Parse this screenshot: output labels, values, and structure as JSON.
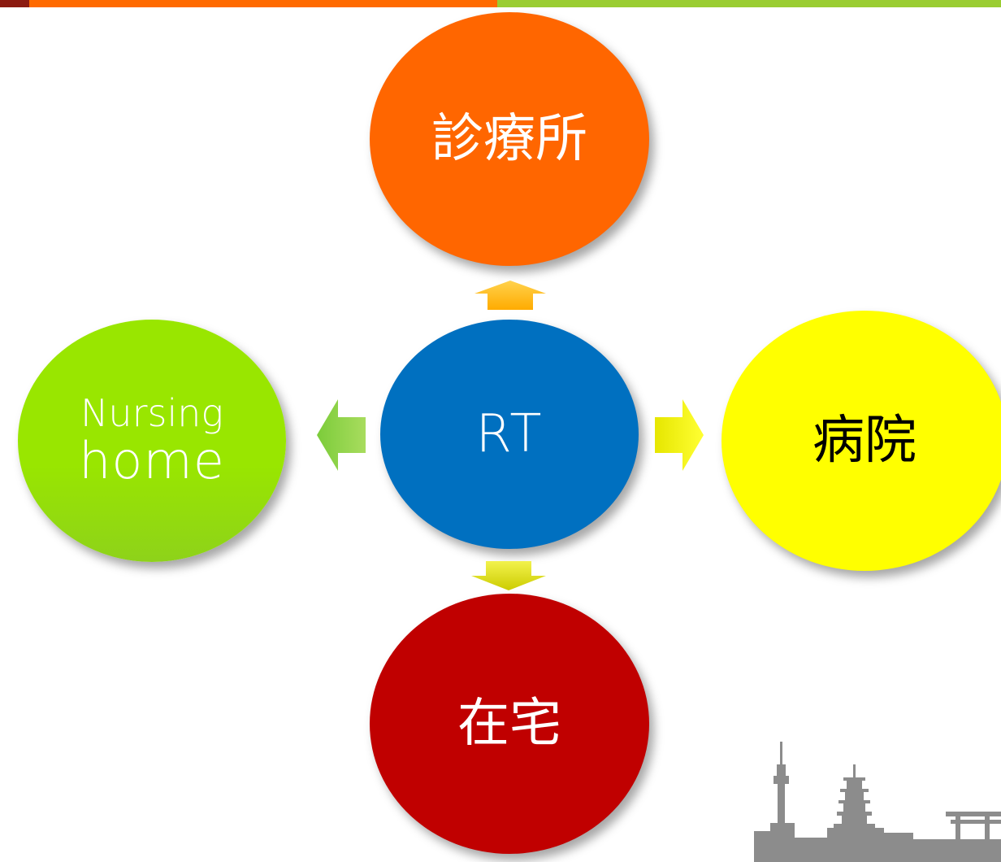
{
  "colors": {
    "topbar_dark": "#8b1a10",
    "topbar_orange": "#ff6a00",
    "topbar_green": "#9acd32",
    "node_top": "#ff6600",
    "node_center": "#0070c0",
    "node_left": "#99e600",
    "node_right": "#ffff00",
    "node_bottom": "#c00000",
    "arrow_up": "#ffc000",
    "arrow_down": "#e6e600",
    "arrow_left": "#92d050",
    "arrow_right": "#ffff00",
    "skyline": "#8c8c8c"
  },
  "diagram": {
    "center": {
      "label": "RT"
    },
    "top": {
      "label": "診療所"
    },
    "right": {
      "label": "病院"
    },
    "bottom": {
      "label": "在宅"
    },
    "left": {
      "label_line1": "Nursing",
      "label_line2": "home"
    }
  },
  "decoration": {
    "icon": "kyoto-skyline-icon"
  }
}
